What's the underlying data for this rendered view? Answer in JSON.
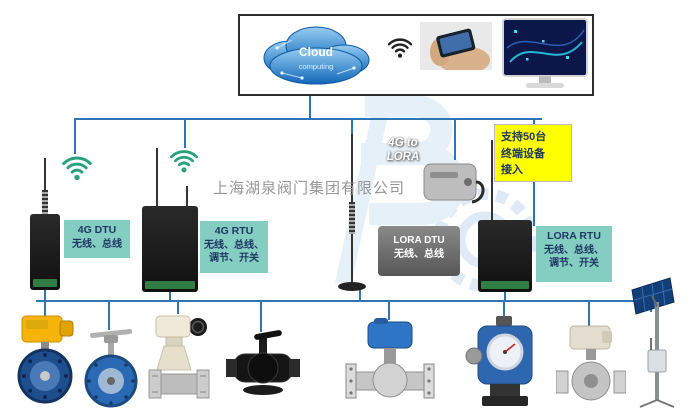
{
  "watermark": {
    "company_name": "上海湖泉阀门集团有限公司"
  },
  "cloud_panel": {
    "cloud_title": "Cloud",
    "cloud_subtitle": "computing"
  },
  "gateway": {
    "line1": "4G to",
    "line2": "LORA"
  },
  "support_note": {
    "line1": "支持50台",
    "line2": "终端设备",
    "line3": "接入"
  },
  "device_labels": {
    "dtu_4g": {
      "title": "4G DTU",
      "line1": "无线、总线"
    },
    "rtu_4g": {
      "title": "4G RTU",
      "line1": "无线、总线、",
      "line2": "调节、开关"
    },
    "dtu_lora": {
      "title": "LORA DTU",
      "line1": "无线、总线"
    },
    "rtu_lora": {
      "title": "LORA RTU",
      "line1": "无线、总线、",
      "line2": "调节、开关"
    }
  },
  "icons": {
    "cloud_wifi": "wifi-signal-icon",
    "dtu_4g_wifi": "wifi-signal-icon",
    "rtu_4g_wifi": "wifi-signal-icon"
  },
  "products": [
    "electric-butterfly-valve-yellow-actuator",
    "manual-butterfly-valve-blue",
    "electric-gate-valve",
    "ball-valve-black",
    "electric-flanged-ball-valve-blue",
    "electric-actuator-with-gauge",
    "electric-ball-valve-cream-actuator",
    "solar-power-station"
  ],
  "colors": {
    "connector_line": "#2e75b6",
    "label_box_bg": "#84cdc1",
    "label_text": "#1f3864",
    "support_box_bg": "#ffff00",
    "cloud_blue": "#1267b8",
    "wifi_teal": "#27a27c"
  }
}
